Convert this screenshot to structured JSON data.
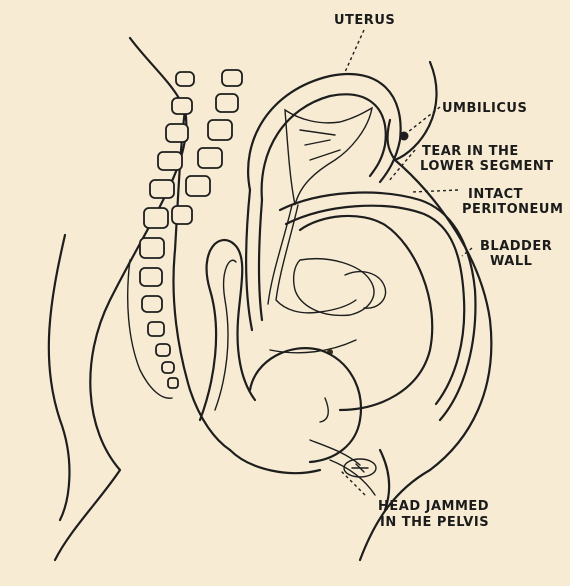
{
  "labels": {
    "uterus": "UTERUS",
    "umbilicus": "UMBILICUS",
    "tear_line1": "TEAR IN THE",
    "tear_line2": "LOWER SEGMENT",
    "peritoneum_line1": "INTACT",
    "peritoneum_line2": "PERITONEUM",
    "bladder_line1": "BLADDER",
    "bladder_line2": "WALL",
    "head_line1": "HEAD JAMMED",
    "head_line2": "IN THE PELVIS"
  },
  "colors": {
    "paper": "#f7ecd3",
    "ink": "#1e1e1e"
  }
}
